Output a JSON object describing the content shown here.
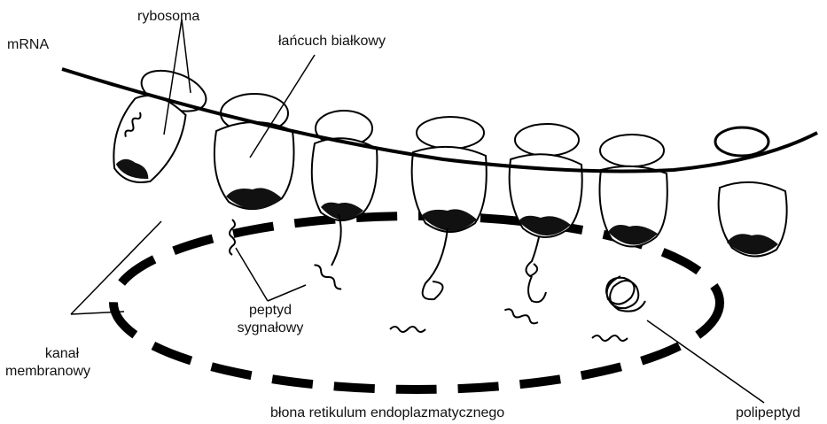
{
  "labels": {
    "mrna": "mRNA",
    "rybosoma": "rybosoma",
    "lancuch": "łańcuch białkowy",
    "peptyd_line1": "peptyd",
    "peptyd_line2": "sygnałowy",
    "kanal_line1": "kanał",
    "kanal_line2": "membranowy",
    "blona": "błona retikulum endoplazmatycznego",
    "polipeptyd": "polipeptyd"
  },
  "colors": {
    "ink": "#111111",
    "background": "#ffffff"
  }
}
